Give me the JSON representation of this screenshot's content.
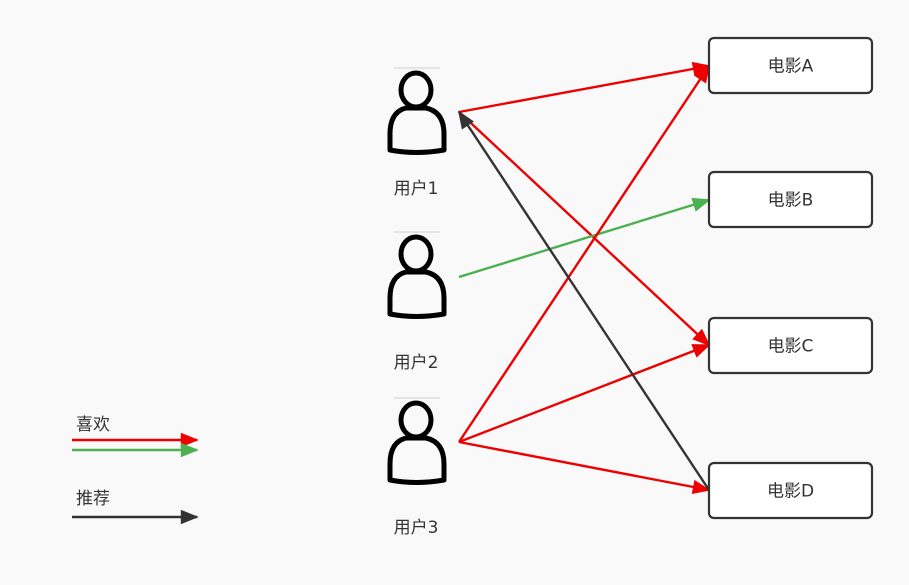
{
  "users": [
    {
      "id": "u1",
      "label": "用户1"
    },
    {
      "id": "u2",
      "label": "用户2"
    },
    {
      "id": "u3",
      "label": "用户3"
    }
  ],
  "movies": [
    {
      "id": "mA",
      "label": "电影A"
    },
    {
      "id": "mB",
      "label": "电影B"
    },
    {
      "id": "mC",
      "label": "电影C"
    },
    {
      "id": "mD",
      "label": "电影D"
    }
  ],
  "edges": [
    {
      "from": "u1",
      "to": "mA",
      "type": "like_red"
    },
    {
      "from": "u1",
      "to": "mC",
      "type": "like_red"
    },
    {
      "from": "u2",
      "to": "mB",
      "type": "like_green"
    },
    {
      "from": "u3",
      "to": "mA",
      "type": "like_red"
    },
    {
      "from": "u3",
      "to": "mC",
      "type": "like_red"
    },
    {
      "from": "u3",
      "to": "mD",
      "type": "like_red"
    },
    {
      "from": "mD",
      "to": "u1",
      "type": "recommend"
    }
  ],
  "legend": {
    "like_label": "喜欢",
    "recommend_label": "推荐"
  },
  "colors": {
    "like_red": "#ee0000",
    "like_green": "#4caf50",
    "recommend": "#333333",
    "box_border": "#333333",
    "box_fill": "#ffffff",
    "background": "#f9f9f9"
  }
}
